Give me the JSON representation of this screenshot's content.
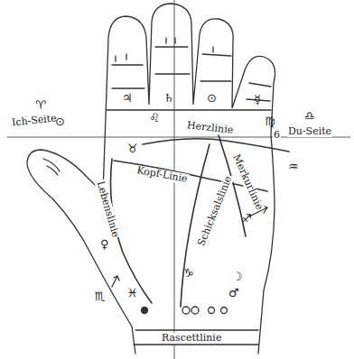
{
  "diagram": {
    "labels": [
      "♈",
      "Ich-Seite",
      "⊙",
      "♃",
      "♄",
      "⊙",
      "☿",
      "♎",
      "Du-Seite",
      "♌",
      "Herzlinie",
      "♍",
      "♉",
      "Kopf-Linie",
      "Schicksalslinie",
      "Merkurlinie",
      "♒",
      "6",
      "Lebenslinie",
      "♀",
      "♐",
      "♑",
      "☽",
      "♏",
      "♓",
      "♂",
      "Rascettlinie"
    ]
  }
}
